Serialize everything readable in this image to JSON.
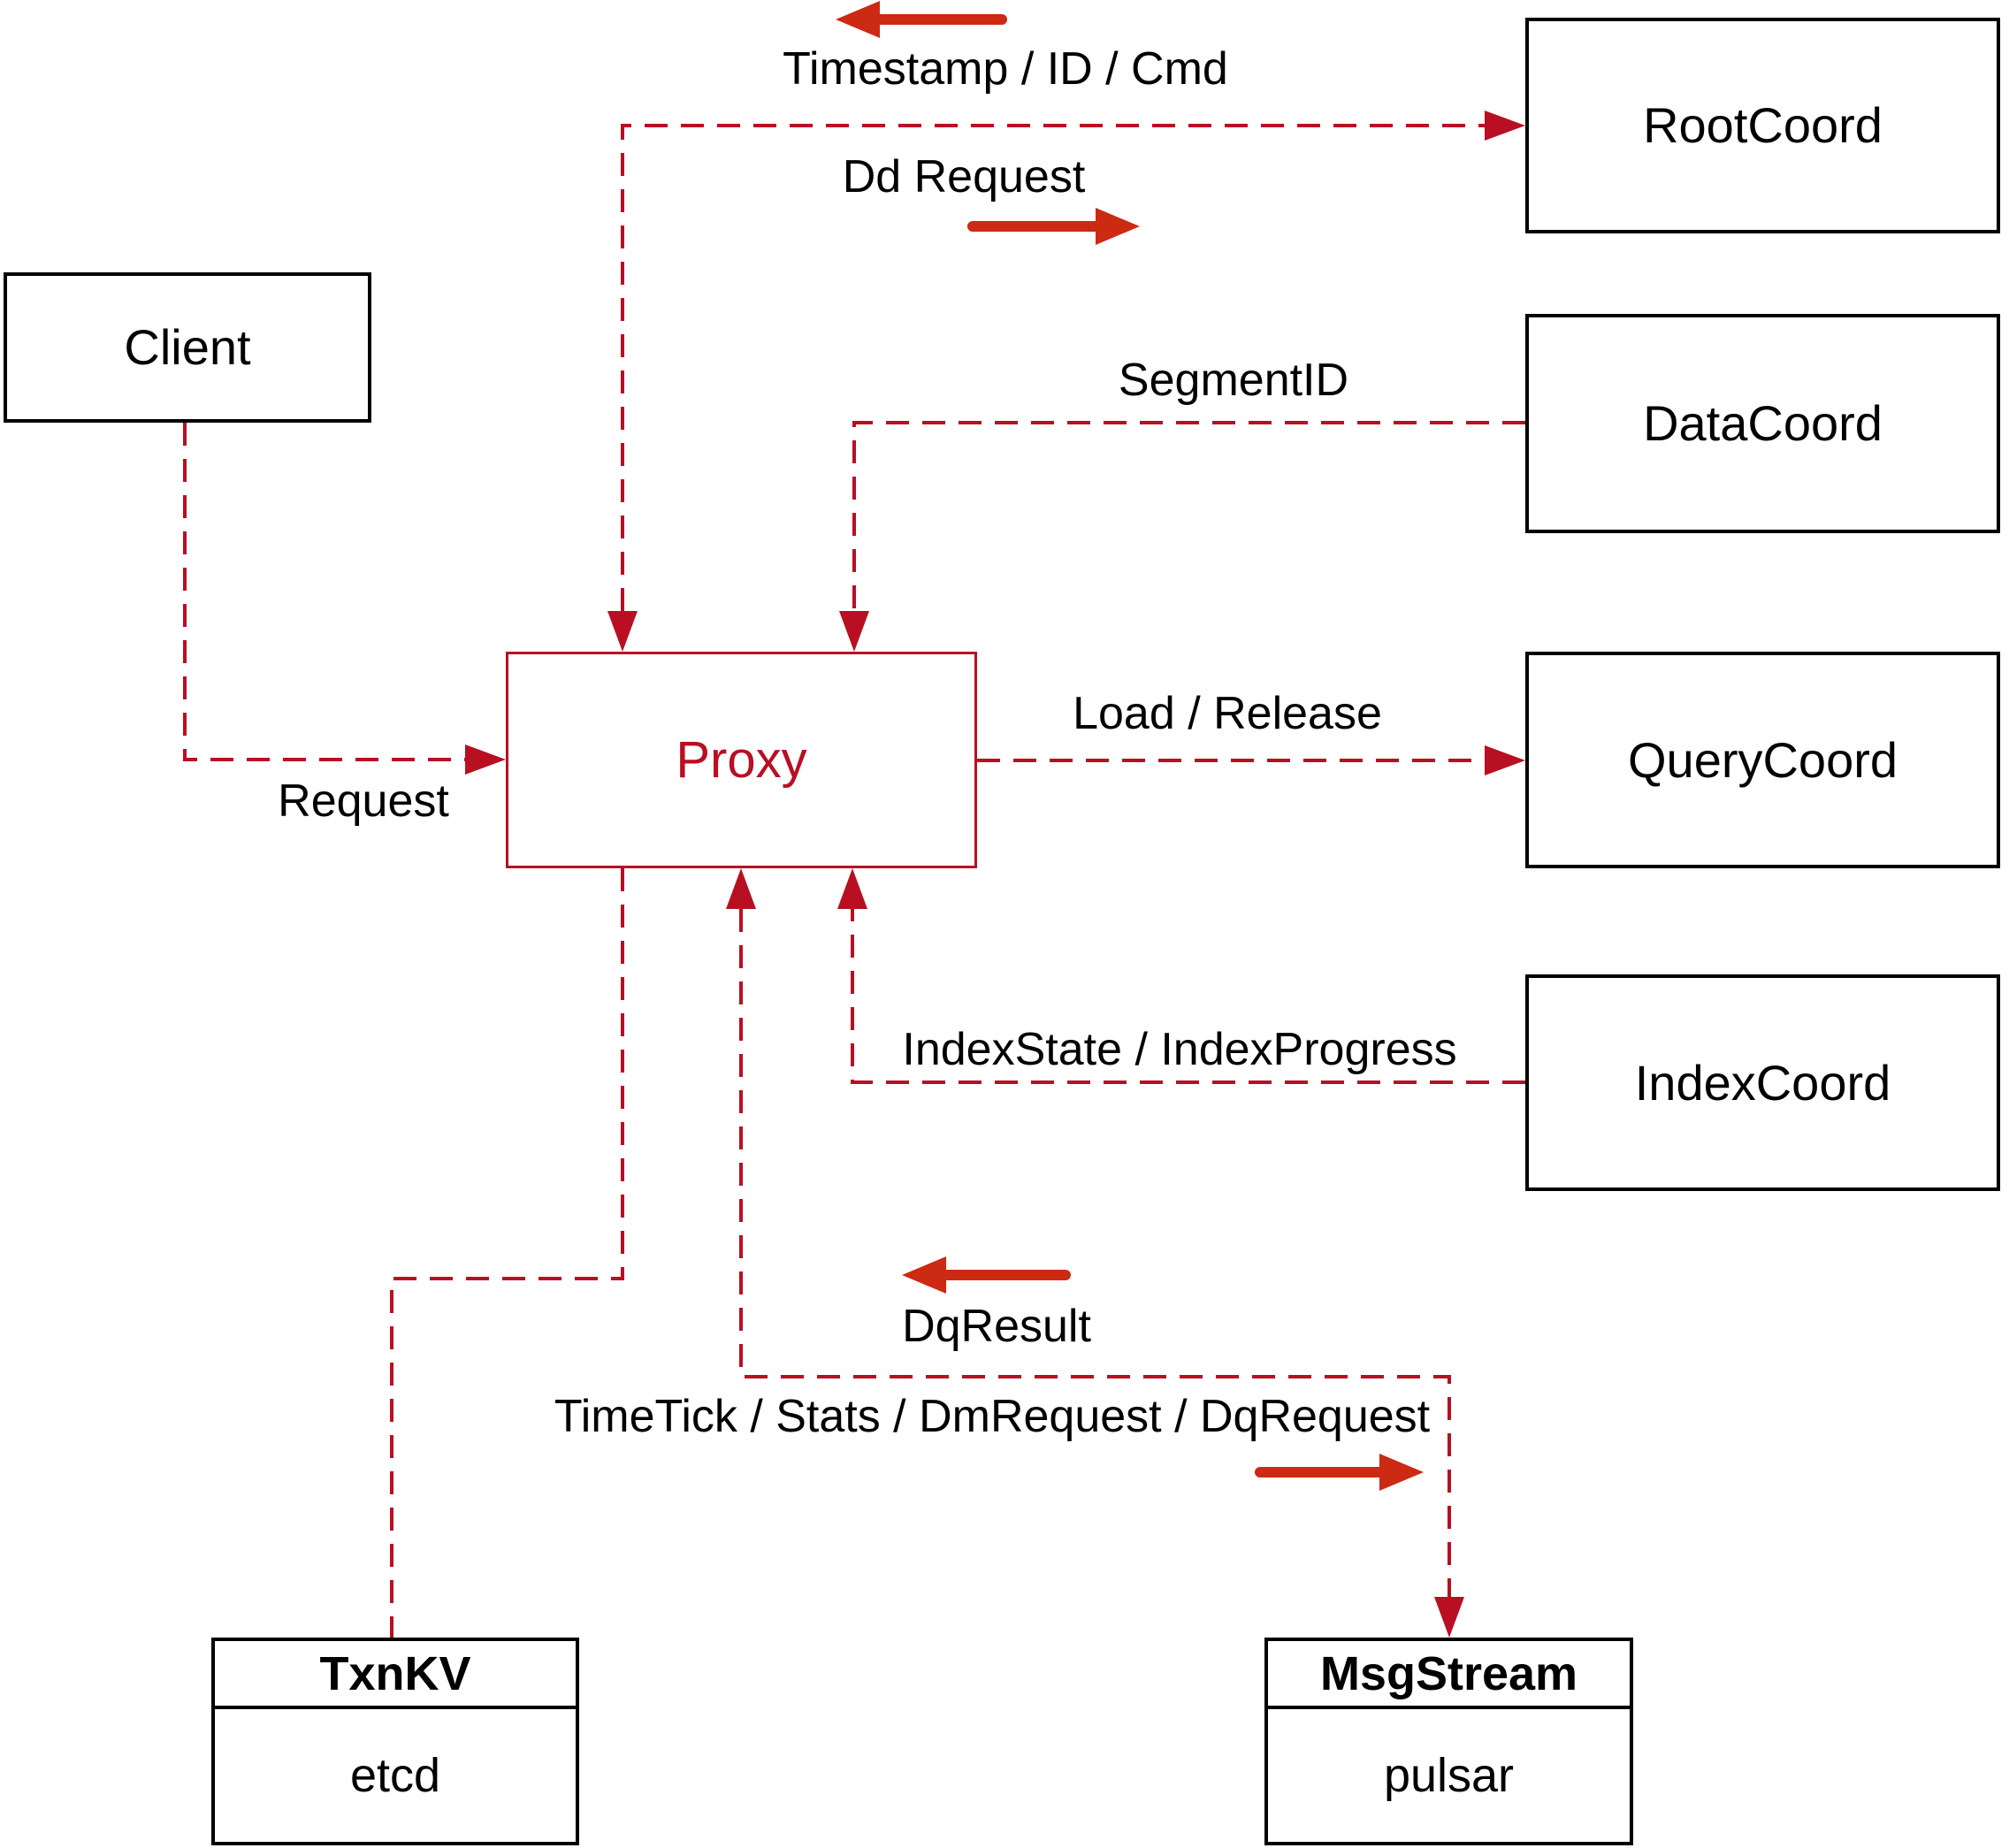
{
  "diagram": {
    "nodes": {
      "client": {
        "label": "Client"
      },
      "root_coord": {
        "label": "RootCoord"
      },
      "data_coord": {
        "label": "DataCoord"
      },
      "query_coord": {
        "label": "QueryCoord"
      },
      "index_coord": {
        "label": "IndexCoord"
      },
      "proxy": {
        "label": "Proxy"
      },
      "txn_kv": {
        "title": "TxnKV",
        "impl": "etcd"
      },
      "msg_stream": {
        "title": "MsgStream",
        "impl": "pulsar"
      }
    },
    "edge_labels": {
      "timestamp": "Timestamp / ID / Cmd",
      "dd_request": "Dd Request",
      "segment_id": "SegmentID",
      "load_release": "Load / Release",
      "request": "Request",
      "index_state": "IndexState / IndexProgress",
      "dq_result": "DqResult",
      "timetick": "TimeTick / Stats / DmRequest / DqRequest"
    },
    "colors": {
      "line-red": "#b90f23",
      "arrow-red": "#cc2a12",
      "box-border": "#000000",
      "ink": "#000000",
      "bg": "#ffffff"
    }
  }
}
